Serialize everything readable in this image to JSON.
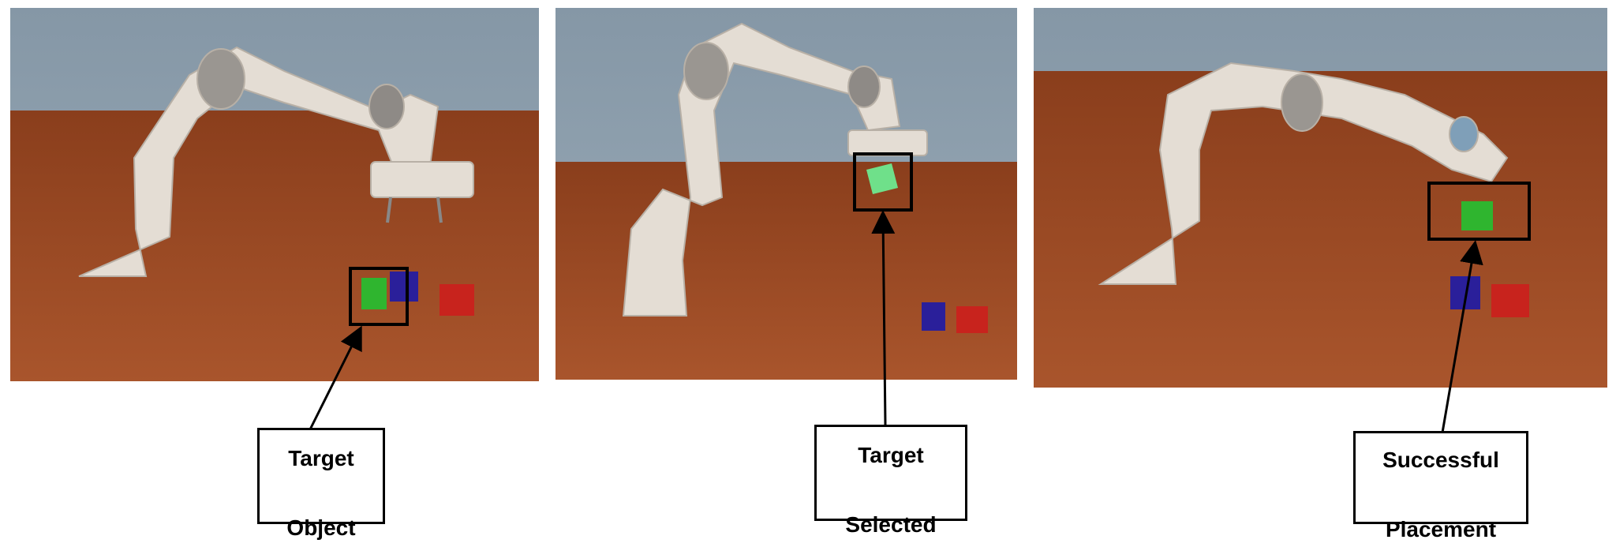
{
  "figure": {
    "panels": [
      {
        "id": "panel-1",
        "caption": "Target Object",
        "caption_lines": [
          "Target",
          "Object"
        ]
      },
      {
        "id": "panel-2",
        "caption": "Target Selected",
        "caption_lines": [
          "Target",
          "Selected"
        ]
      },
      {
        "id": "panel-3",
        "caption": "Successful Placement",
        "caption_lines": [
          "Successful",
          "Placement"
        ]
      }
    ],
    "colors": {
      "sky": "#8fa2b1",
      "table": "#9c4a24",
      "robot": "#e4ddd4",
      "cube_green": "#2fb52f",
      "cube_blue": "#2a1f9a",
      "cube_red": "#c8231d"
    }
  }
}
